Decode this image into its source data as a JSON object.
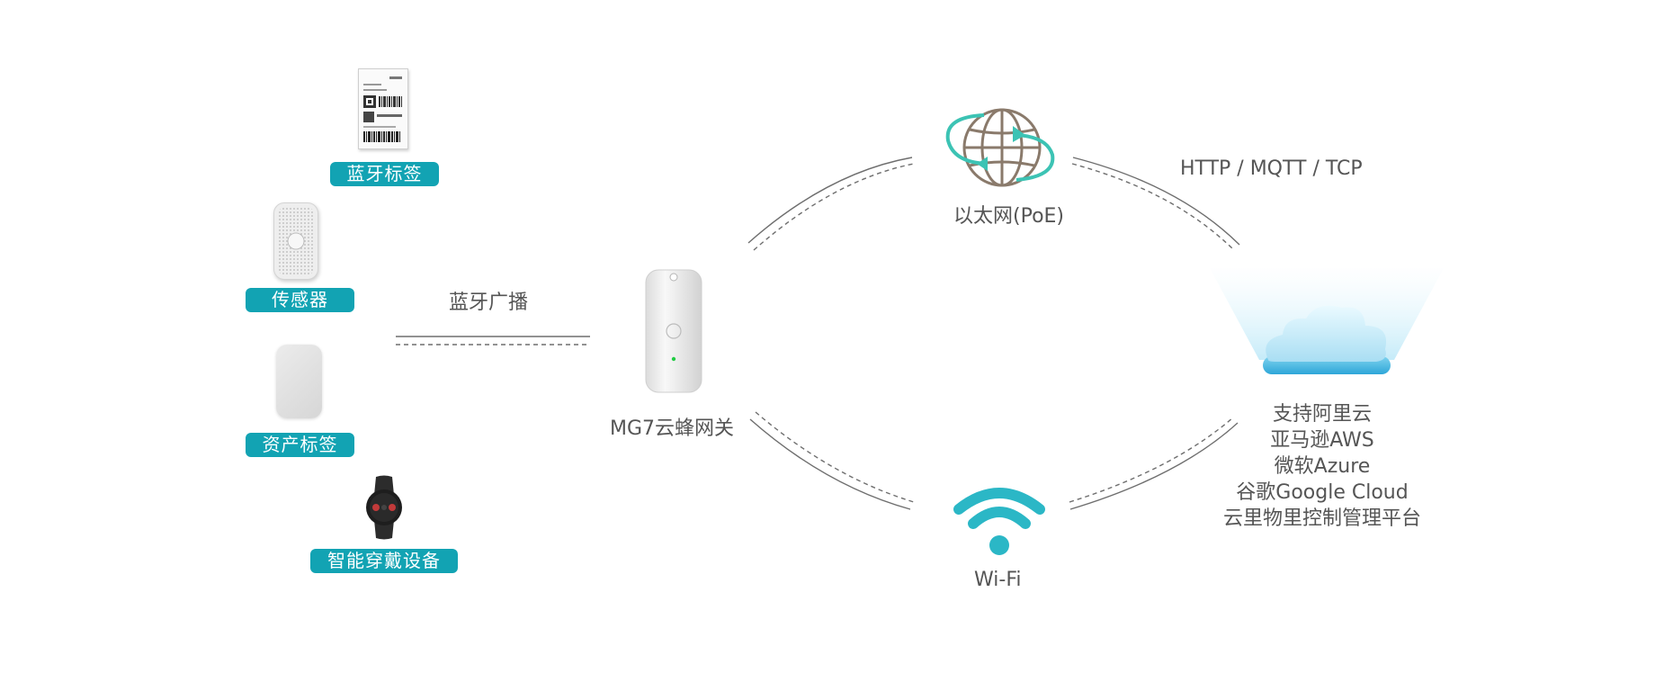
{
  "devices": {
    "bluetooth_tag": "蓝牙标签",
    "sensor": "传感器",
    "asset_tag": "资产标签",
    "wearable": "智能穿戴设备"
  },
  "broadcast_label": "蓝牙广播",
  "gateway_label": "MG7云蜂网关",
  "ethernet_label": "以太网(PoE)",
  "wifi_label": "Wi-Fi",
  "protocol_label": "HTTP / MQTT / TCP",
  "cloud": {
    "lines": [
      "支持阿里云",
      "亚马逊AWS",
      "微软Azure",
      "谷歌Google Cloud",
      "云里物里控制管理平台"
    ]
  },
  "colors": {
    "pill": "#12a3b3",
    "wifi": "#2bb7c6",
    "globe": "#8a7a6b",
    "globe_arrows": "#3cc3b4",
    "gateway_led": "#22cc44"
  }
}
